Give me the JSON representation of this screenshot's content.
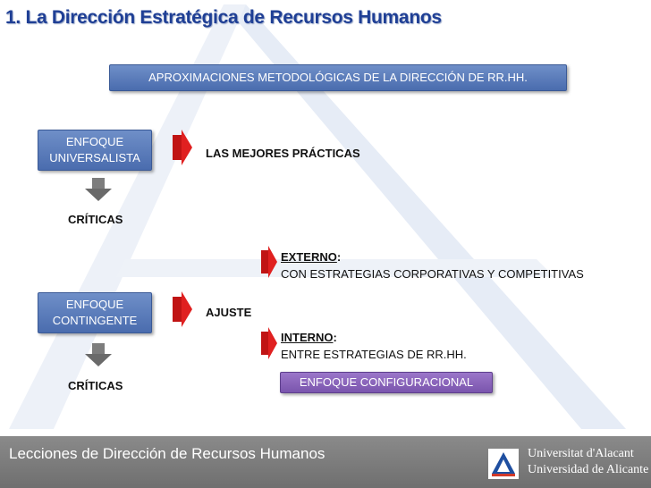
{
  "title": "1. La Dirección Estratégica de Recursos Humanos",
  "banner": "APROXIMACIONES METODOLÓGICAS DE LA DIRECCIÓN DE RR.HH.",
  "universal": {
    "line1": "ENFOQUE",
    "line2": "UNIVERSALISTA",
    "result": "LAS MEJORES PRÁCTICAS",
    "criticas": "CRÍTICAS"
  },
  "contingente": {
    "line1": "ENFOQUE",
    "line2": "CONTINGENTE",
    "ajuste": "AJUSTE",
    "externo_label": "EXTERNO",
    "externo_colon": ":",
    "externo_text": "CON ESTRATEGIAS CORPORATIVAS Y COMPETITIVAS",
    "interno_label": "INTERNO",
    "interno_colon": ":",
    "interno_text": "ENTRE ESTRATEGIAS DE RR.HH.",
    "configuracional": "ENFOQUE CONFIGURACIONAL",
    "criticas": "CRÍTICAS"
  },
  "footer": {
    "course": "Lecciones de Dirección de Recursos Humanos",
    "uni_line1": "Universitat d'Alacant",
    "uni_line2": "Universidad de Alicante"
  },
  "colors": {
    "title": "#1f3f95",
    "blue_box": "#5b7cbd",
    "purple_box": "#8a63bb",
    "arrow_red": "#e02020",
    "footer": "#7a7a7a",
    "watermark": "#dfe6f3"
  }
}
